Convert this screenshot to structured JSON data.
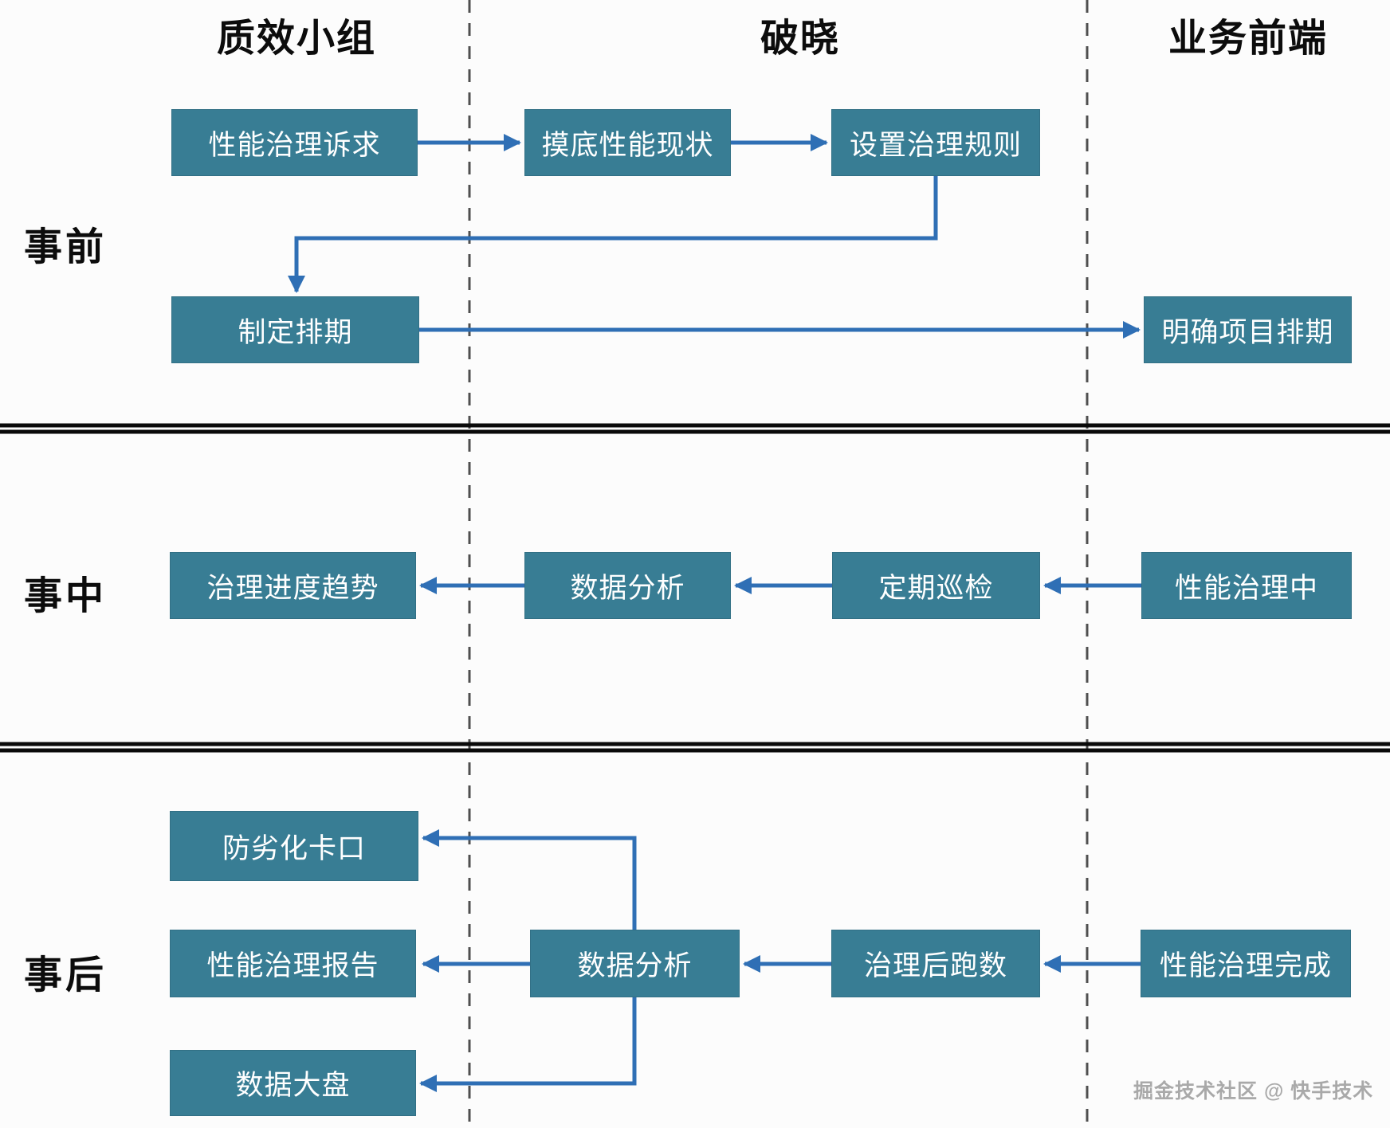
{
  "columns": [
    {
      "label": "质效小组"
    },
    {
      "label": "破晓"
    },
    {
      "label": "业务前端"
    }
  ],
  "rows": [
    {
      "label": "事前"
    },
    {
      "label": "事中"
    },
    {
      "label": "事后"
    }
  ],
  "nodes": [
    {
      "id": "performance-governance-demand",
      "label": "性能治理诉求"
    },
    {
      "id": "assess-performance-status",
      "label": "摸底性能现状"
    },
    {
      "id": "set-governance-rules",
      "label": "设置治理规则"
    },
    {
      "id": "make-schedule",
      "label": "制定排期"
    },
    {
      "id": "confirm-project-schedule",
      "label": "明确项目排期"
    },
    {
      "id": "governance-progress-trend",
      "label": "治理进度趋势"
    },
    {
      "id": "data-analysis-mid",
      "label": "数据分析"
    },
    {
      "id": "periodic-inspection",
      "label": "定期巡检"
    },
    {
      "id": "performance-governing",
      "label": "性能治理中"
    },
    {
      "id": "anti-degradation-gate",
      "label": "防劣化卡口"
    },
    {
      "id": "performance-governance-report",
      "label": "性能治理报告"
    },
    {
      "id": "data-dashboard",
      "label": "数据大盘"
    },
    {
      "id": "data-analysis-post",
      "label": "数据分析"
    },
    {
      "id": "post-governance-run",
      "label": "治理后跑数"
    },
    {
      "id": "performance-governance-done",
      "label": "性能治理完成"
    }
  ],
  "watermark": "掘金技术社区 @ 快手技术",
  "colors": {
    "node_fill": "#387d94",
    "node_text": "#ffffff",
    "arrow": "#2f6fb5",
    "dashed_lane_line": "#4f4f4f",
    "row_separator": "#0a0a0a",
    "background": "#fcfcfc"
  }
}
